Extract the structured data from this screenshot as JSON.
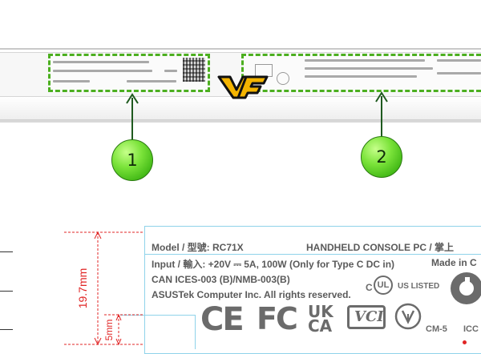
{
  "callouts": {
    "one": "1",
    "two": "2"
  },
  "dimensions": {
    "height": "19.7mm",
    "small": "5mm"
  },
  "label": {
    "model": "Model / 型號: RC71X",
    "product": "HANDHELD CONSOLE PC / 掌上",
    "input": "Input / 輸入: +20V ⎓ 5A, 100W (Only for Type C DC in)",
    "made": "Made in C",
    "ices": "CAN ICES-003 (B)/NMB-003(B)",
    "copyright": "ASUSTek Computer Inc. All rights reserved.",
    "ul_listed": "US LISTED",
    "ul_c": "C",
    "ce": "CE",
    "fcc": "FC",
    "ukca_top": "UK",
    "ukca_bottom": "CA",
    "vcci": "VCI",
    "cm5": "CM-5",
    "icc": "ICC"
  },
  "colors": {
    "callout": "#5fd11f",
    "dimension": "#e02424",
    "label_border": "#8fd3ea",
    "dashed_box": "#4caf20"
  },
  "icons": [
    "brand-logo-icon",
    "qr-code-icon",
    "ul-listed-icon",
    "rcm-icon",
    "recycle-icon"
  ]
}
